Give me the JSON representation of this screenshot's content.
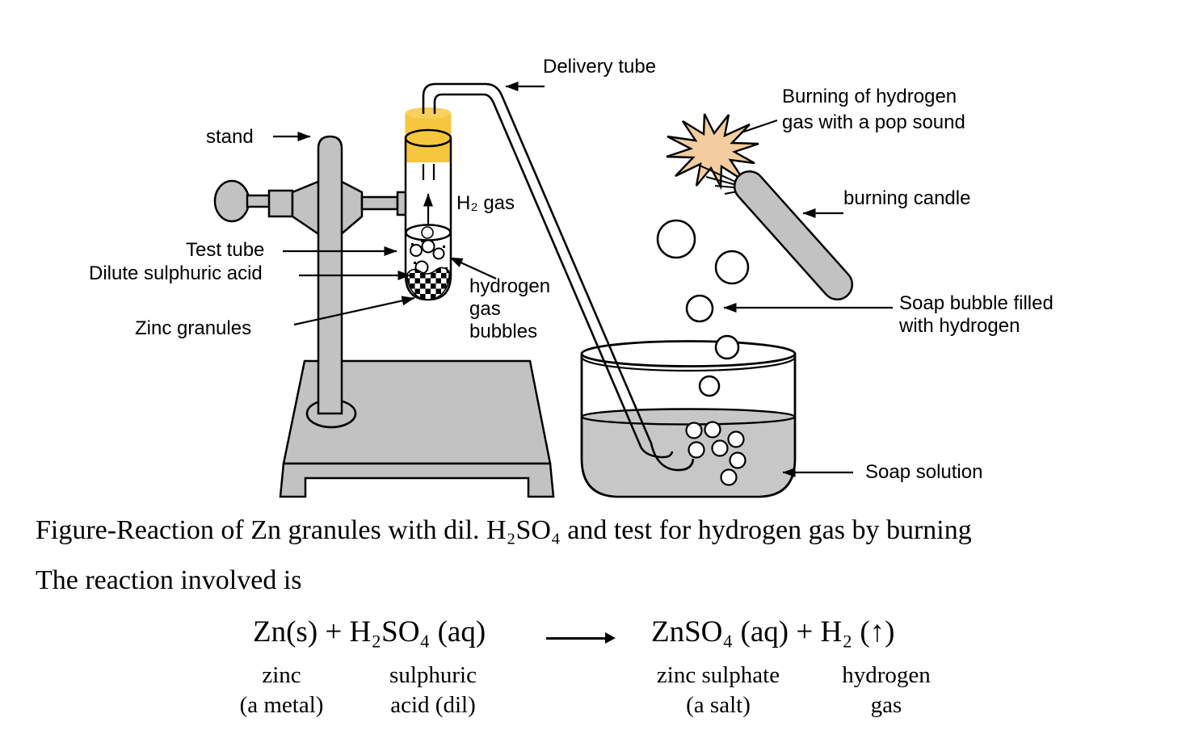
{
  "colors": {
    "apparatus_gray": "#c2c2c2",
    "cork_yellow": "#f5c63e",
    "cork_yellow_top": "#f7d05e",
    "star_peach": "#f3cd9f",
    "solution_gray": "#c7c7c7",
    "outline_black": "#000000"
  },
  "apparatus": {
    "labels": {
      "delivery_tube": "Delivery tube",
      "stand": "stand",
      "test_tube": "Test tube",
      "dilute_sulphuric_acid": "Dilute sulphuric acid",
      "zinc_granules": "Zinc granules",
      "h2_gas": "H₂ gas",
      "hydrogen_gas_bubbles_line1": "hydrogen",
      "hydrogen_gas_bubbles_line2": "gas",
      "hydrogen_gas_bubbles_line3": "bubbles",
      "burning_pop_line1": "Burning of hydrogen",
      "burning_pop_line2": "gas with a pop sound",
      "burning_candle": "burning candle",
      "soap_bubble_line1": "Soap bubble filled",
      "soap_bubble_line2": "with hydrogen",
      "soap_solution": "Soap solution"
    }
  },
  "caption": {
    "figure_line": "Figure-Reaction of Zn granules with dil. H₂SO₄ and test for hydrogen gas by burning",
    "intro_line": "The reaction involved is"
  },
  "equation": {
    "lhs": "Zn(s) + H₂SO₄ (aq)",
    "arrow": "⟶",
    "rhs": "ZnSO₄ (aq) + H₂ (↑)",
    "terms": [
      {
        "name": "zinc",
        "desc": "(a metal)"
      },
      {
        "name": "sulphuric",
        "desc": "acid (dil)"
      },
      {
        "name": "zinc sulphate",
        "desc": "(a salt)"
      },
      {
        "name": "hydrogen",
        "desc": "gas"
      }
    ]
  }
}
